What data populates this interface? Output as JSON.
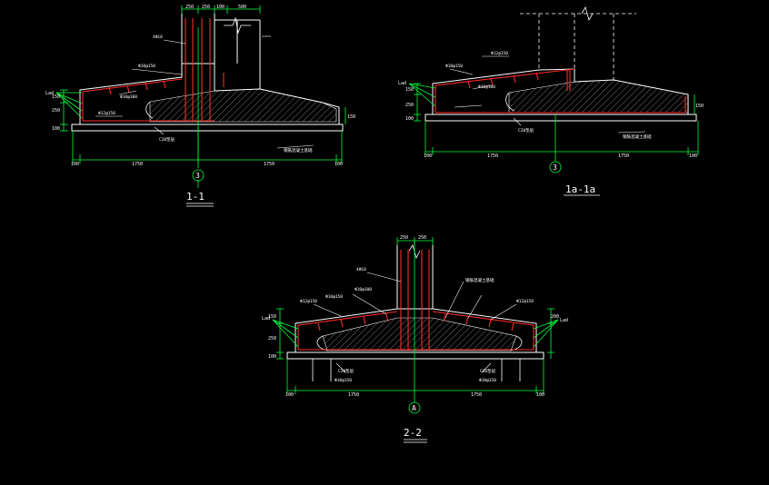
{
  "sections": [
    {
      "id": "1-1",
      "title": "1-1",
      "axis_label": "3",
      "top_dims": [
        "250",
        "250",
        "100",
        "500"
      ],
      "side_dims": [
        "Lad",
        "150",
        "250",
        "100"
      ],
      "right_dim": "150",
      "bottom_dims": [
        "100",
        "1750",
        "1750",
        "100"
      ],
      "notes": [
        "4Ф18",
        "Ф10@150",
        "Ф10@100",
        "Ф12@150",
        "C20垫层",
        "钢筋混凝土基础"
      ]
    },
    {
      "id": "1a-1a",
      "title": "1a-1a",
      "axis_label": "3",
      "side_dims": [
        "Lad",
        "150",
        "250",
        "100"
      ],
      "right_dim": "150",
      "bottom_dims": [
        "100",
        "1750",
        "1750",
        "100"
      ],
      "notes": [
        "Ф12@150",
        "Ф10@150",
        "Ф10@100",
        "C20垫层",
        "钢筋混凝土基础"
      ]
    },
    {
      "id": "2-2",
      "title": "2-2",
      "axis_label": "A",
      "top_dims": [
        "250",
        "250"
      ],
      "side_dims": [
        "Lad",
        "150",
        "250",
        "100"
      ],
      "right_dims": [
        "200",
        "Lad"
      ],
      "bottom_dims": [
        "100",
        "1750",
        "1750",
        "100"
      ],
      "notes": [
        "4Ф18",
        "Ф10@100",
        "Ф12@150",
        "Ф10@150",
        "Ф12@150",
        "钢筋混凝土基础",
        "C20垫层",
        "C20垫层",
        "Ф10@150",
        "Ф10@150"
      ]
    }
  ],
  "colors": {
    "background": "#000000",
    "outline": "#ffffff",
    "rebar": "#ff2a2a",
    "dimension": "#00ff3c",
    "hatch": "#cfcfcf"
  }
}
